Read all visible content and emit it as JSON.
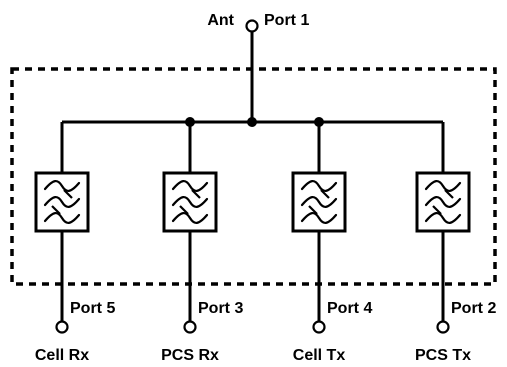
{
  "antenna": {
    "ant_label": "Ant",
    "port_label": "Port 1"
  },
  "filters": [
    {
      "port_label": "Port 5",
      "name": "Cell Rx"
    },
    {
      "port_label": "Port 3",
      "name": "PCS Rx"
    },
    {
      "port_label": "Port 4",
      "name": "Cell Tx"
    },
    {
      "port_label": "Port 2",
      "name": "PCS Tx"
    }
  ],
  "filter_icon": "bandpass-filter-icon",
  "colors": {
    "line": "#000000",
    "background": "#ffffff"
  }
}
